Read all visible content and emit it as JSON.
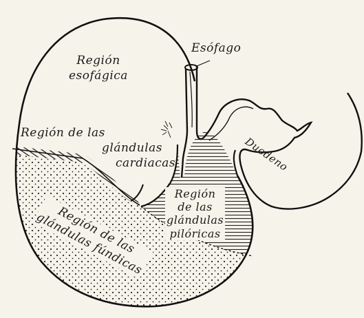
{
  "labels": {
    "region_esofagica": [
      "Región",
      "esofágica"
    ],
    "esofago": "Esófago",
    "region_glandulas_cardiacas": [
      "Región de las",
      "glándulas",
      "cardiacas"
    ],
    "duodeno": "Duodeno",
    "region_glandulas_piloricas": [
      "Región",
      "de las",
      "glándulas",
      "pilóricas"
    ],
    "region_glandulas_fundicas": [
      "Región de las",
      "glándulas fúndicas"
    ]
  },
  "colors": {
    "ink": "#1b1b1b",
    "paper": "#f6f3ea"
  }
}
